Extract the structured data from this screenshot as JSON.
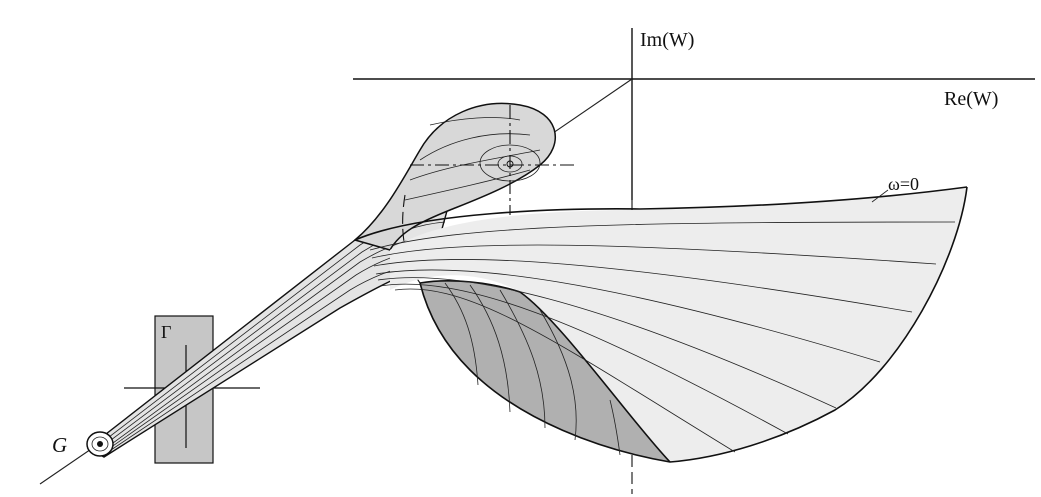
{
  "labels": {
    "im_axis": "Im(W)",
    "re_axis": "Re(W)",
    "omega_zero": "ω=0",
    "gamma": "Γ",
    "g": "G"
  },
  "colors": {
    "ink": "#111111",
    "surface_light": "#ededed",
    "surface_mid": "#d2d2d2",
    "surface_dark": "#a9a9a9",
    "gamma_box": "#c6c6c6"
  }
}
